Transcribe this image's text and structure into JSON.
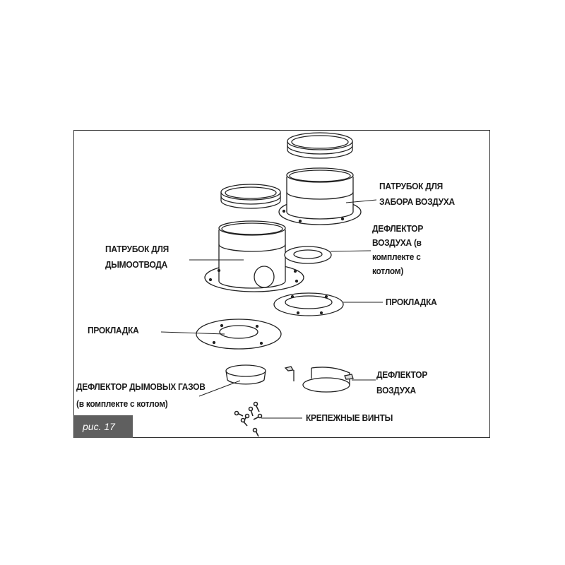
{
  "figure": {
    "caption": "рис. 17",
    "labels": {
      "air_intake_pipe": [
        "ПАТРУБОК ДЛЯ",
        "ЗАБОРА ВОЗДУХА"
      ],
      "air_deflector_kit": [
        "ДЕФЛЕКТОР",
        "ВОЗДУХА (в",
        "комплекте с",
        "котлом)"
      ],
      "flue_pipe": [
        "ПАТРУБОК ДЛЯ",
        "ДЫМООТВОДА"
      ],
      "gasket_right": "ПРОКЛАДКА",
      "gasket_left": "ПРОКЛАДКА",
      "flue_gas_deflector": [
        "ДЕФЛЕКТОР ДЫМОВЫХ ГАЗОВ",
        "(в комплекте с котлом)"
      ],
      "air_deflector": [
        "ДЕФЛЕКТОР",
        "ВОЗДУХА"
      ],
      "fixing_screws": "КРЕПЕЖНЫЕ ВИНТЫ"
    }
  }
}
